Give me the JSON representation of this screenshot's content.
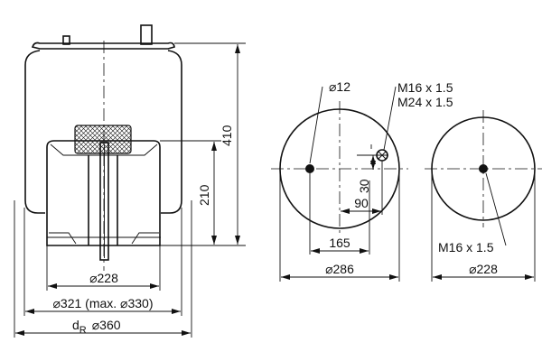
{
  "side_view": {
    "height_total": "410",
    "height_piston": "210",
    "dia_piston": "⌀228",
    "dia_bellow": "⌀321 (max. ⌀330)",
    "dia_rolling_label": "d",
    "dia_rolling_sub": "R",
    "dia_rolling": "⌀360"
  },
  "top_plate_view": {
    "hole_dia": "⌀12",
    "thread_1": "M16 x 1.5",
    "thread_2": "M24 x 1.5",
    "offset_vertical": "30",
    "offset_horizontal": "90",
    "hole_spacing": "165",
    "plate_dia": "⌀286"
  },
  "bottom_plate_view": {
    "thread": "M16 x 1.5",
    "plate_dia": "⌀228"
  }
}
